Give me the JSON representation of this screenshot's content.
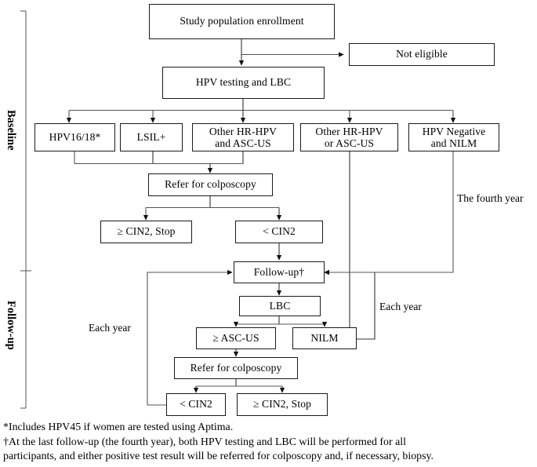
{
  "figure": {
    "type": "flowchart",
    "title": "HPV testing and LBC cervical screening study flow diagram",
    "phases": [
      {
        "id": "baseline",
        "label": "Baseline"
      },
      {
        "id": "followup",
        "label": "Follow-up"
      }
    ]
  },
  "nodes": {
    "enrollment": "Study population enrollment",
    "not_eligible": "Not eligible",
    "hpv_lbc": "HPV testing and LBC",
    "hpv1618": "HPV16/18*",
    "lsil": "LSIL+",
    "other_and": "Other HR-HPV\nand ASC-US",
    "other_or": "Other HR-HPV\nor ASC-US",
    "hpv_neg": "HPV Negative\nand NILM",
    "refer1": "Refer for colposcopy",
    "cin2_stop1": "≥ CIN2, Stop",
    "cin2_lt1": "< CIN2",
    "followup": "Follow-up†",
    "lbc": "LBC",
    "asc_us": "≥ ASC-US",
    "nilm": "NILM",
    "refer2": "Refer for colposcopy",
    "cin2_lt2": "< CIN2",
    "cin2_stop2": "≥ CIN2, Stop"
  },
  "edge_labels": {
    "fourth_year": "The fourth year",
    "each_year_right": "Each year",
    "each_year_left": "Each year"
  },
  "footnotes": {
    "asterisk": "*Includes HPV45  if women are tested using Aptima.",
    "dagger_line1": "†At the last follow-up (the fourth year), both HPV testing and LBC will be performed for all",
    "dagger_line2": "participants, and either positive test result will be referred for colposcopy and, if necessary, biopsy."
  },
  "colors": {
    "stroke": "#1a1a1a",
    "wire": "#555555",
    "background": "#ffffff"
  }
}
